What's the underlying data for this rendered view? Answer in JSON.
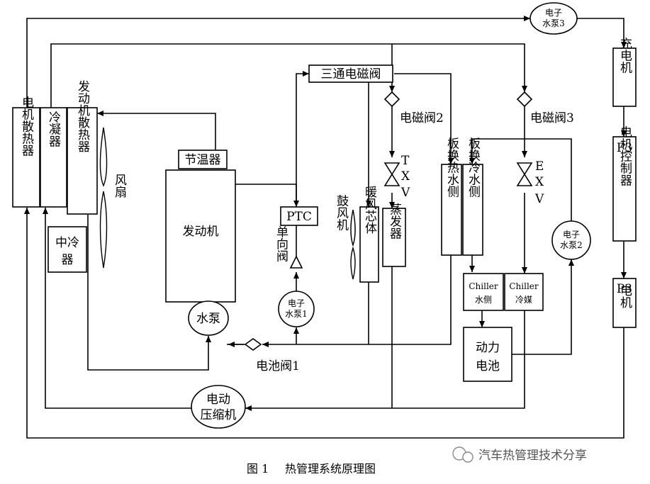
{
  "components": {
    "motor_radiator": "电机散热器",
    "condenser": "冷凝器",
    "engine_radiator": "发动机散热器",
    "fan": "风扇",
    "intercooler": "中冷器",
    "thermostat": "节温器",
    "engine": "发动机",
    "water_pump": "水泵",
    "ptc": "PTC",
    "check_valve": "单向阀",
    "pump1": "电子水泵1",
    "three_way_valve": "三通电磁阀",
    "blower": "鼓风机",
    "heater_core": "暖风芯体",
    "evaporator": "蒸发器",
    "solenoid2": "电磁阀2",
    "txv": "TXV",
    "plate_hot": "板换热水侧",
    "plate_cold": "板换冷水侧",
    "solenoid3": "电磁阀3",
    "exv": "EXV",
    "chiller_water_1": "Chiller",
    "chiller_water_2": "水侧",
    "chiller_refrig_1": "Chiller",
    "chiller_refrig_2": "冷媒",
    "pump2": "电子水泵2",
    "battery": "动力电池",
    "battery_valve": "电池阀1",
    "compressor": "电动压缩机",
    "pump3": "电子水泵3",
    "charger": "充电机",
    "p3_controller": "P3电机控制器",
    "p3_motor": "P3电机"
  },
  "caption": {
    "figure_no": "图 1",
    "title": "热管理系统原理图"
  },
  "watermark": "汽车热管理技术分享"
}
